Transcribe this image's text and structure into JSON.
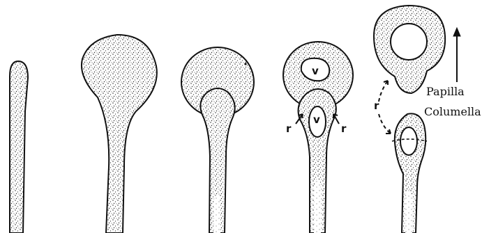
{
  "labels": {
    "papilla": "Papilla",
    "columella": "Columella",
    "v": "v",
    "r": "r"
  },
  "colors": {
    "outline": "#111111",
    "stipple": "#222222",
    "background": "#ffffff"
  }
}
